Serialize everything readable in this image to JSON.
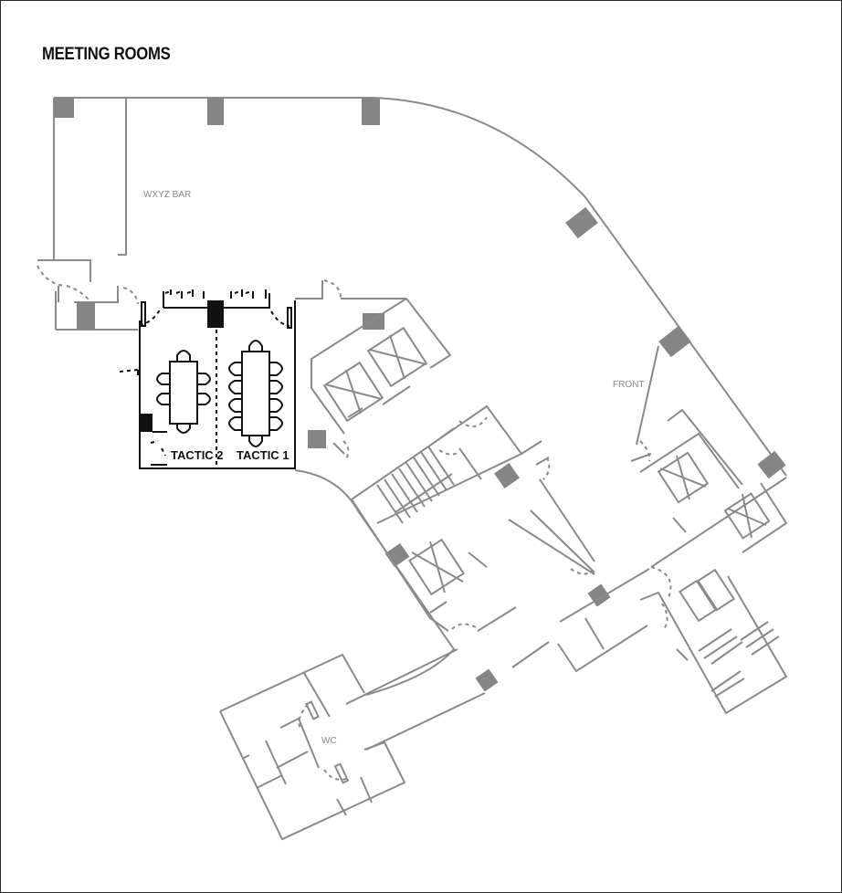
{
  "map": {
    "title": "MEETING ROOMS",
    "labels": {
      "bar": "WXYZ BAR",
      "front": "FRONT",
      "wc": "WC",
      "room_tactic_2": "TACTIC 2",
      "room_tactic_1": "TACTIC 1"
    },
    "highlighted_rooms": [
      {
        "name": "TACTIC 2",
        "seats": 6
      },
      {
        "name": "TACTIC 1",
        "seats": 10
      }
    ],
    "colors": {
      "wall_gray": "#8a8a8a",
      "column_gray": "#858585",
      "highlight_black": "#111111",
      "background": "#ffffff"
    }
  }
}
